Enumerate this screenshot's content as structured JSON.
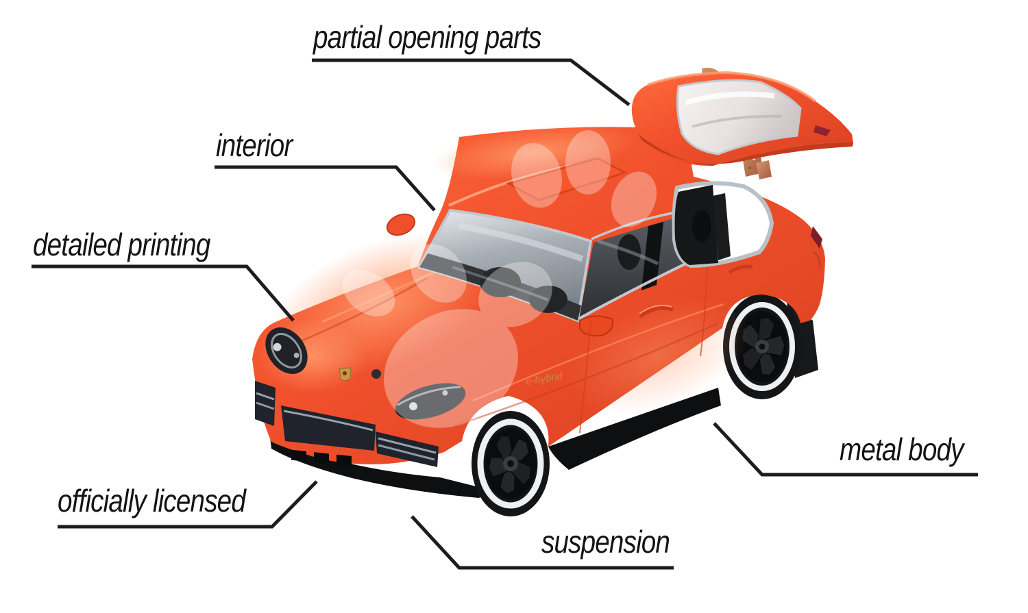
{
  "scene": {
    "background_color": "#ffffff",
    "description": "annotated product photo of an orange die-cast toy SUV with feature callouts"
  },
  "style": {
    "label_text_color": "#141414",
    "leader_line_color": "#1d1d1f",
    "car_body_color": "#f0502c",
    "car_highlight_color": "#ff8a5a",
    "car_shadow_color": "#c43a1c",
    "window_tint_color": "#33353a",
    "window_trim_color": "#c2c8cd",
    "wheel_tire_color": "#141517",
    "wheel_ring_color": "#eef0f1",
    "wheel_rim_color": "#212327",
    "grille_color": "#20222c",
    "taillight_color": "#7c1f2c",
    "badge_color": "#c08a4a",
    "watermark_color": "#ffffff",
    "watermark_opacity": "0.32"
  },
  "callouts": [
    {
      "id": "partial-opening-parts",
      "text": "partial opening parts"
    },
    {
      "id": "interior",
      "text": "interior"
    },
    {
      "id": "detailed-printing",
      "text": "detailed printing"
    },
    {
      "id": "officially-licensed",
      "text": "officially licensed"
    },
    {
      "id": "suspension",
      "text": "suspension"
    },
    {
      "id": "metal-body",
      "text": "metal body"
    }
  ],
  "car": {
    "badge_text": "e-hybrid"
  }
}
